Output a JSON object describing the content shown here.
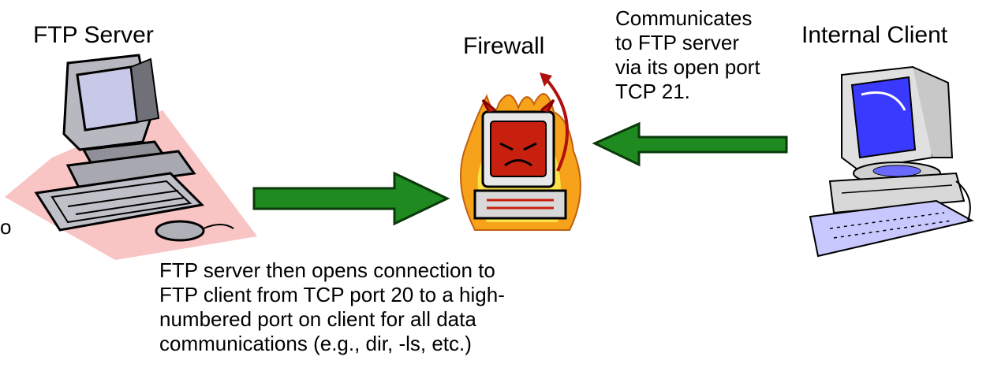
{
  "nodes": {
    "server": {
      "title": "FTP Server"
    },
    "firewall": {
      "title": "Firewall"
    },
    "client": {
      "title": "Internal Client"
    }
  },
  "notes": {
    "client_to_server": [
      "Communicates",
      "to FTP server",
      "via its open port",
      "TCP 21."
    ],
    "server_to_client": [
      "FTP server then opens connection to",
      "FTP client from TCP port 20 to a high-",
      "numbered port on client for all data",
      "communications (e.g., dir, -ls, etc.)"
    ],
    "stray": "o"
  },
  "colors": {
    "arrow_fill": "#1f8a1f",
    "arrow_stroke": "#0a3a0a",
    "wedge": "#f8c4c4",
    "flame_outer": "#f7a21b",
    "flame_inner": "#fde24a",
    "firewall_screen": "#c8200e",
    "client_screen": "#3a3aff",
    "keyboard_blue": "#c8c8ff"
  }
}
